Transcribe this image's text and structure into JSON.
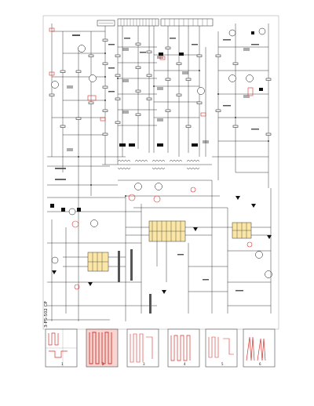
{
  "sheet": {
    "model_label": "3-PS-502 CP",
    "panel_numbers": [
      "1",
      "2",
      "3",
      "4",
      "5",
      "6"
    ],
    "highlight_color": "#d9302a",
    "ic_fill_color": "#fbe6a6"
  }
}
